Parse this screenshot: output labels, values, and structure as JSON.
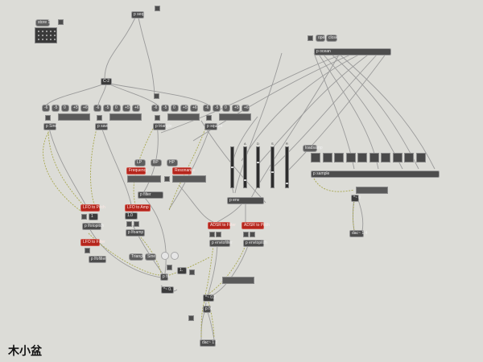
{
  "window": {
    "title": ""
  },
  "colors": {
    "background": "#dcdcd7",
    "object": "#4d4d4d",
    "accent": "#b5261d",
    "cord": "#9a9a9a",
    "signal_cord": "#a8a850"
  },
  "top": {
    "store": "store 1",
    "pseq": "p seq",
    "cmd": "C-2",
    "open": "open",
    "close": "close",
    "pocean": "p ocean"
  },
  "osc_sections": [
    {
      "label": "p Sine",
      "keys": [
        "-6",
        "-5",
        "0",
        "+5",
        "+6"
      ]
    },
    {
      "label": "p saw",
      "keys": [
        "-6",
        "-5",
        "0",
        "+5",
        "+6"
      ]
    },
    {
      "label": "p triangle",
      "keys": [
        "-6",
        "-5",
        "0",
        "+5",
        "+6"
      ]
    },
    {
      "label": "p square",
      "keys": [
        "-6",
        "-5",
        "0",
        "+5",
        "+6"
      ]
    }
  ],
  "filter": {
    "types": [
      "LP",
      "BP",
      "HP"
    ],
    "frequency_label": "Frequency",
    "resonance_label": "Resonance",
    "pfilter": "p filter"
  },
  "lfo": {
    "pitch_label": "LFO to Pitch",
    "amp_label": "LFO to Amp",
    "filter_label": "LFO to Filter",
    "lfopitch": "p lfotopitch",
    "lfoamp": "p lfoamp",
    "lfofilter": "p lfofilter",
    "shapes": [
      "Triangle",
      "Sine"
    ]
  },
  "adsr": {
    "filter_label": "ADSR to Filter",
    "pitch_label": "ADSR to Pitch",
    "envfilter": "p envtofilter",
    "envpitch": "p envtopitch",
    "penv": "p env",
    "slider_labels": [
      "A",
      "D",
      "S",
      "R"
    ]
  },
  "sampler": {
    "loadsamp": "loadsamp",
    "psample": "p sample",
    "mul": "*~ 0",
    "dac": "dac~ 1 4"
  },
  "output": {
    "pfx": "p fx",
    "mulA": "*~ 0.",
    "mulB": "*~ 0.2",
    "pfxb": "p fx",
    "dac": "dac~ 1 2",
    "num": "1."
  },
  "watermark": "木小盆"
}
